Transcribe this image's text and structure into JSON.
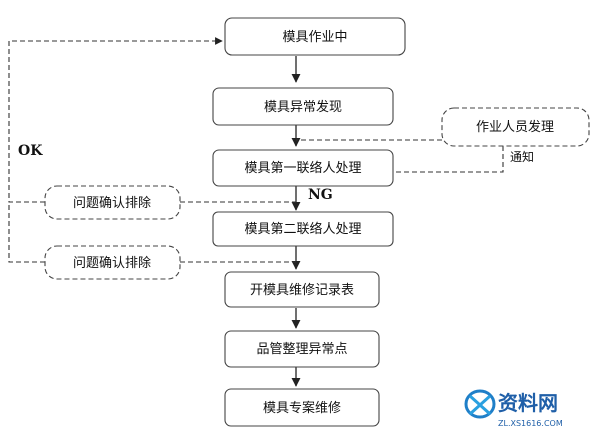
{
  "nodes": {
    "mold_in_operation": "模具作业中",
    "abnormality_found": "模具异常发现",
    "operator_finds": "作业人员发理",
    "first_contact": "模具第一联络人处理",
    "troubleshoot_1": "问题确认排除",
    "second_contact": "模具第二联络人处理",
    "troubleshoot_2": "问题确认排除",
    "repair_record": "开模具维修记录表",
    "qc_organize": "品管整理异常点",
    "special_repair": "模具专案维修"
  },
  "labels": {
    "ok": "OK",
    "ng": "NG",
    "notify": "通知"
  },
  "watermark": {
    "text": "资料网",
    "url": "ZL.XS1616.COM"
  }
}
